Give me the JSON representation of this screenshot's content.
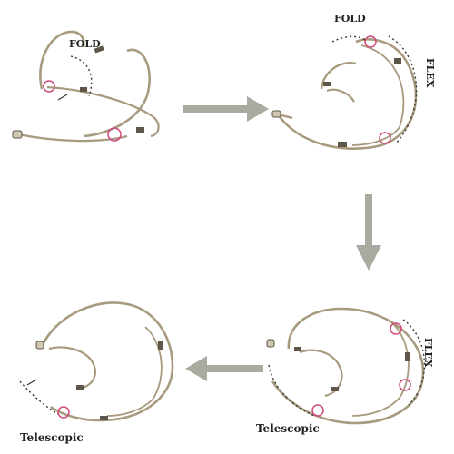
{
  "labels": {
    "fold_1": "FOLD",
    "fold_2": "FOLD",
    "flex_2": "FLEX",
    "flex_3": "FLEX",
    "telescopic_3": "Telescopic",
    "telescopic_4": "Telescopic"
  },
  "colors": {
    "wire": "#a89a7e",
    "wire_dark": "#5e5648",
    "tip": "#cfc7b0",
    "joint_ring": "#d1487a",
    "arrow": "#a9aba0",
    "dotted": "#333333"
  },
  "icons": {
    "arrow_right_1": "arrow-right-icon",
    "arrow_down": "arrow-down-icon",
    "arrow_left": "arrow-left-icon"
  }
}
